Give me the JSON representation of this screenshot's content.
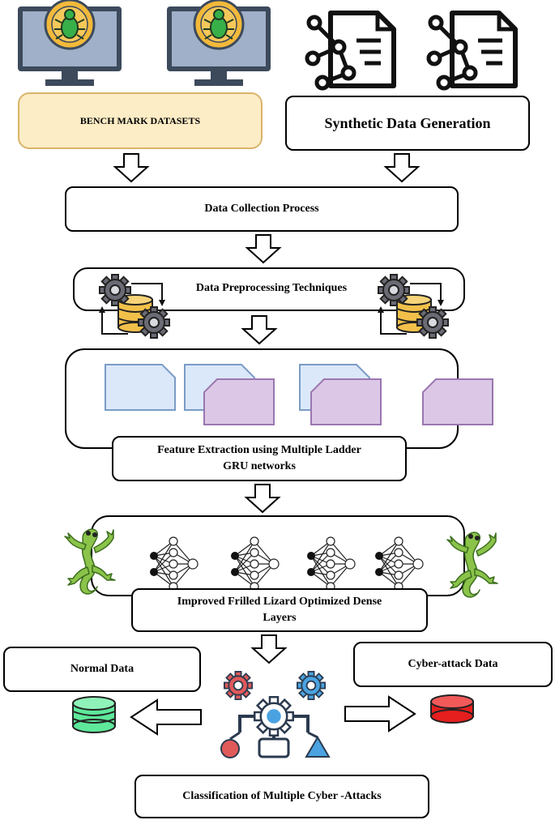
{
  "boxes": {
    "benchmark": "BENCH MARK DATASETS",
    "synthetic": "Synthetic Data Generation",
    "collection": "Data Collection Process",
    "preprocessing": "Data Preprocessing Techniques",
    "feature_line1": "Feature Extraction using Multiple Ladder",
    "feature_line2": "GRU networks",
    "lizard_line1": "Improved Frilled Lizard Optimized Dense",
    "lizard_line2": "Layers",
    "normal": "Normal Data",
    "attack": "Cyber-attack Data",
    "classification": "Classification of Multiple Cyber -Attacks"
  },
  "icons": [
    "monitor-bug-icon",
    "document-network-icon",
    "gear-database-icon",
    "ladder-block-icon",
    "lizard-icon",
    "neural-network-icon",
    "classifier-gears-icon",
    "database-icon",
    "hollow-arrow-icon"
  ],
  "colors": {
    "bench_fill": "#fdedc6",
    "bench_border": "#d9b46a",
    "block_blue": "#dbe8fa",
    "block_purple": "#dcc8e6",
    "normal_db": "#5ee89a",
    "attack_db": "#e51e1e",
    "lizard": "#8bc34a",
    "gear_red": "#e05a5a",
    "gear_blue": "#4aa3e0"
  }
}
